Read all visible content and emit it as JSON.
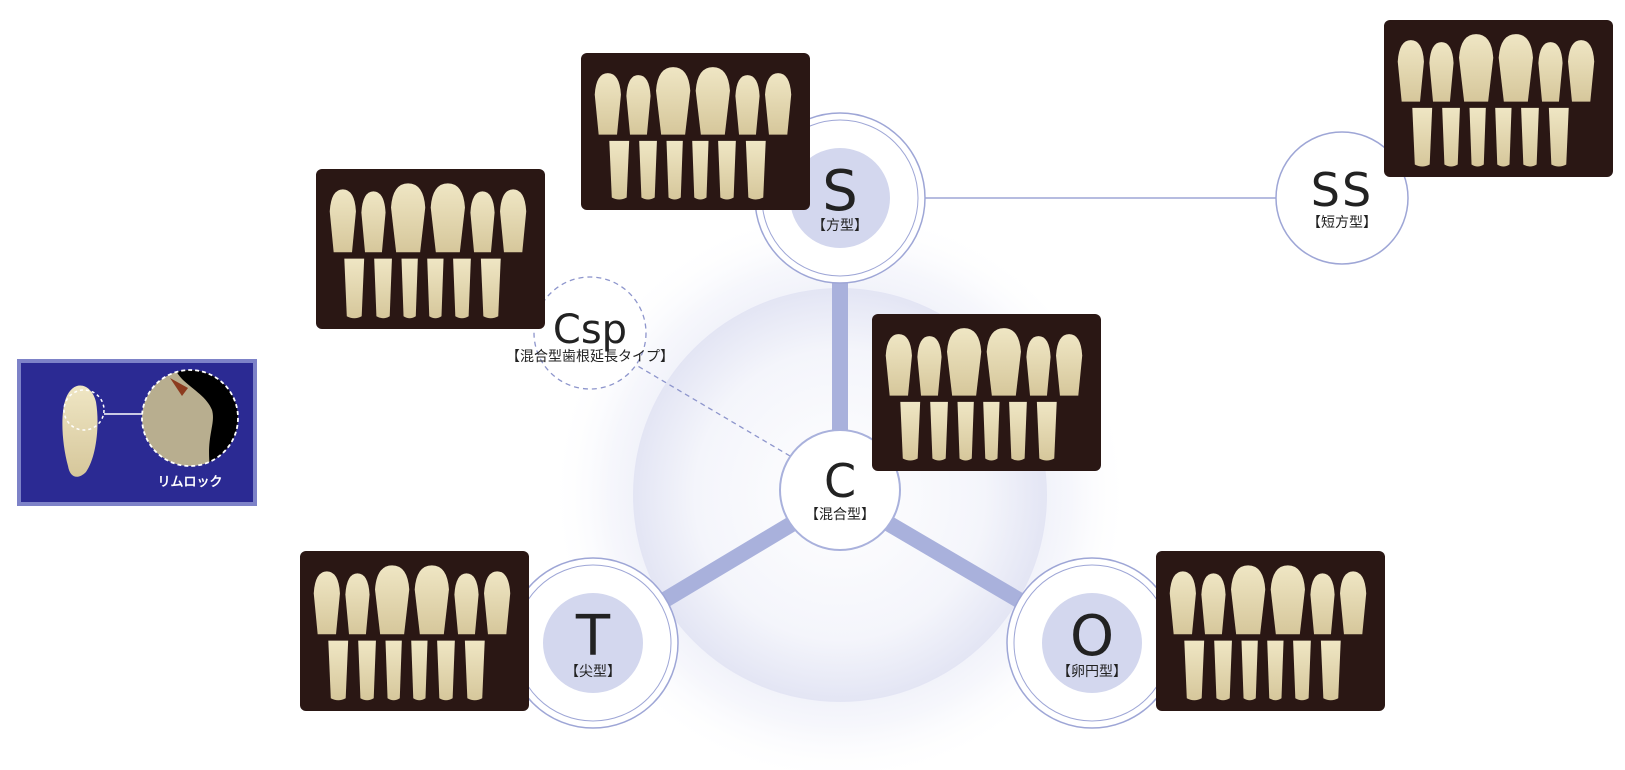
{
  "diagram": {
    "nodes": {
      "s": {
        "letter": "S",
        "sub": "【方型】"
      },
      "ss": {
        "letter": "SS",
        "sub": "【短方型】"
      },
      "csp": {
        "letter": "Csp",
        "sub": "【混合型歯根延長タイプ】"
      },
      "c": {
        "letter": "C",
        "sub": "【混合型】"
      },
      "t": {
        "letter": "T",
        "sub": "【尖型】"
      },
      "o": {
        "letter": "O",
        "sub": "【卵円型】"
      }
    },
    "rimlock": {
      "label": "リムロック"
    }
  },
  "colors": {
    "accent": "#a9b1dc",
    "ring": "#9ea6d6",
    "node_fill": "#d3d7ee",
    "tooth": "#e7dcb5",
    "photo_bg": "#2a1714",
    "rimlock_bg": "#2b2a93",
    "rimlock_border": "#7d82c8"
  }
}
